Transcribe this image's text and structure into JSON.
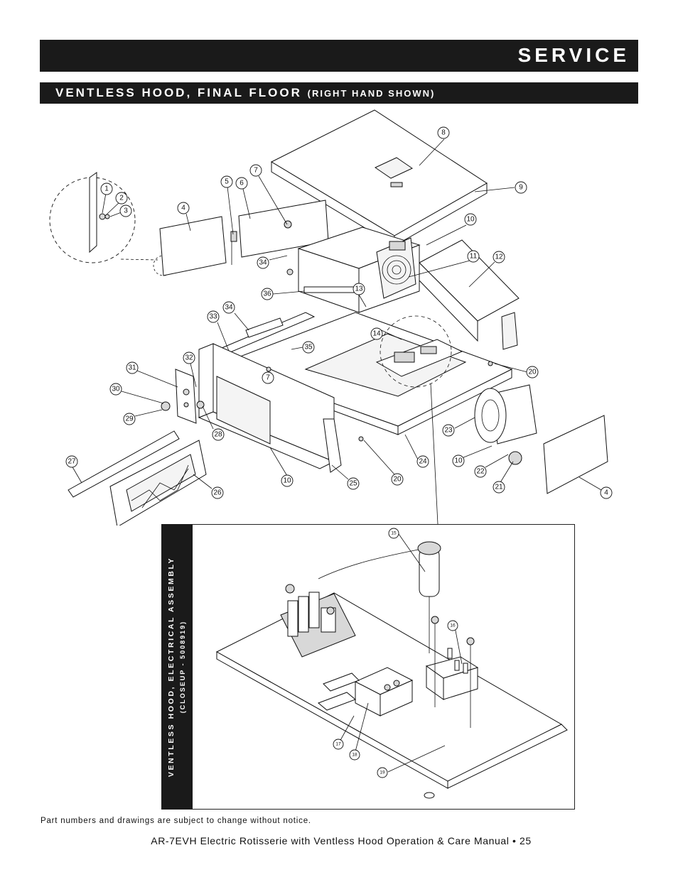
{
  "header": {
    "title": "SERVICE"
  },
  "section": {
    "title": "VENTLESS HOOD, FINAL FLOOR",
    "subtitle": "(RIGHT HAND SHOWN)"
  },
  "main_callouts": [
    "1",
    "2",
    "3",
    "4",
    "5",
    "6",
    "7",
    "8",
    "9",
    "10",
    "11",
    "12",
    "13",
    "14",
    "34",
    "36",
    "33",
    "34",
    "35",
    "32",
    "31",
    "30",
    "29",
    "7",
    "20",
    "28",
    "23",
    "10",
    "22",
    "24",
    "20",
    "21",
    "4",
    "27",
    "26",
    "10",
    "25"
  ],
  "inset": {
    "label_line1": "VENTLESS HOOD, ELECTRICAL ASSEMBLY",
    "label_line2": "(CLOSEUP - 5008919)",
    "callouts": [
      "15",
      "16",
      "17",
      "18",
      "19"
    ]
  },
  "disclaimer": "Part numbers and drawings are subject to change without notice.",
  "footer": "AR-7EVH Electric Rotisserie with Ventless Hood Operation & Care Manual • 25",
  "colors": {
    "banner": "#1a1a1a",
    "banner_text": "#ffffff"
  }
}
